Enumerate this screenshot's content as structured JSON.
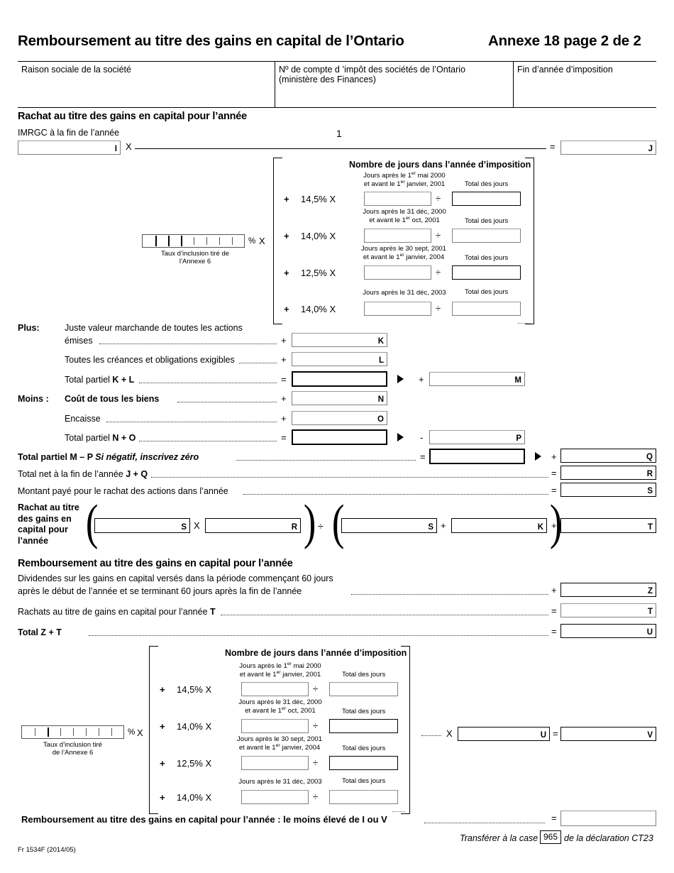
{
  "header": {
    "title": "Remboursement au titre des gains en capital de l’Ontario",
    "schedule": "Annexe 18 page 2 de 2"
  },
  "id_table": {
    "col1": "Raison sociale de la société",
    "col2_line1": "Nº de compte d ’impôt des sociétés de l’Ontario",
    "col2_line2": "(ministère des Finances)",
    "col3": "Fin d’année d’imposition"
  },
  "section1": {
    "heading": "Rachat au titre des gains en capital pour l’année",
    "imrgc_label": "IMRGC à la fin de l’année",
    "box_i": "I",
    "mult_x": "X",
    "numerator": "1",
    "equals": "=",
    "box_j": "J",
    "comb_percent": "%",
    "comb_x": "X",
    "comb_caption_line1": "Taux d’inclusion tiré de",
    "comb_caption_line2": "l’Annexe 6"
  },
  "days_table_top": {
    "heading": "Nombre de jours dans l’année d’imposition",
    "total_label": "Total des jours",
    "rows": [
      {
        "plus": "+",
        "rate": "14,5% X",
        "desc_line1": "Jours après le 1er mai 2000",
        "desc_line2": "et avant le 1er janvier, 2001",
        "divide": "÷"
      },
      {
        "plus": "+",
        "rate": "14,0% X",
        "desc_line1": "Jours après le 31 déc, 2000",
        "desc_line2": "et avant le 1er oct, 2001",
        "divide": "÷"
      },
      {
        "plus": "+",
        "rate": "12,5% X",
        "desc_line1": "Jours après le 30 sept, 2001",
        "desc_line2": "et avant le 1er janvier, 2004",
        "divide": "÷"
      },
      {
        "plus": "+",
        "rate": "14,0% X",
        "desc_line1": "Jours après le 31 déc, 2003",
        "desc_line2": "",
        "divide": "÷"
      }
    ]
  },
  "calc_rows": {
    "plus_label": "Plus:",
    "moins_label": "Moins :",
    "r_k_line1": "Juste valeur marchande de toutes les actions",
    "r_k_line2": "émises",
    "r_k_sign": "+",
    "r_k_box": "K",
    "r_l_text": "Toutes les créances et obligations exigibles",
    "r_l_sign": "+",
    "r_l_box": "L",
    "r_kl_text": "Total partiel K + L",
    "r_kl_sign": "=",
    "r_m_sign": "+",
    "r_m_box": "M",
    "r_n_text": "Coût de tous les biens",
    "r_n_sign": "+",
    "r_n_box": "N",
    "r_o_text": "Encaisse",
    "r_o_sign": "+",
    "r_o_box": "O",
    "r_no_text": "Total partiel N + O",
    "r_no_sign": "=",
    "r_p_sign": "-",
    "r_p_box": "P",
    "r_mp_text": "Total partiel M – P ",
    "r_mp_text_italic": "Si négatif, inscrivez zéro",
    "r_mp_sign": "=",
    "r_q_sign": "+",
    "r_q_box": "Q",
    "r_r_text": "Total net à la fin de l’année J + Q",
    "r_r_sign": "=",
    "r_r_box": "R",
    "r_s_text": "Montant payé pour le rachat des actions dans l’année",
    "r_s_sign": "=",
    "r_s_box": "S"
  },
  "rachat_formula": {
    "label_l1": "Rachat au titre",
    "label_l2": "des gains en",
    "label_l3": "capital pour",
    "label_l4": "l’année",
    "box_s1": "S",
    "times": "X",
    "box_r": "R",
    "divide": "÷",
    "box_s2": "S",
    "plus": "+",
    "box_k": "K",
    "plus2": "+",
    "box_t": "T"
  },
  "section2": {
    "heading": "Remboursement au titre des gains en capital pour l’année",
    "z_line1": "Dividendes sur les gains en capital versés dans la période commençant 60 jours",
    "z_line2": "après le début de l’année et se terminant 60 jours après la fin de l’année",
    "z_sign": "+",
    "z_box": "Z",
    "t_text": "Rachats au titre de gains en capital pour l’année T",
    "t_sign": "=",
    "t_box": "T",
    "u_text": "Total Z + T",
    "u_sign": "=",
    "u_box": "U"
  },
  "days_table_bottom": {
    "heading": "Nombre de jours dans l’année d’imposition",
    "total_label": "Total des jours",
    "comb_percent": "%",
    "comb_x": "X",
    "comb_caption_line1": "Taux d’inclusion tiré",
    "comb_caption_line2": "de l’Annexe 6",
    "rows": [
      {
        "plus": "+",
        "rate": "14,5% X",
        "desc_line1": "Jours après le 1er mai 2000",
        "desc_line2": "et avant le 1er janvier, 2001",
        "divide": "÷"
      },
      {
        "plus": "+",
        "rate": "14,0% X",
        "desc_line1": "Jours après le 31 déc, 2000",
        "desc_line2": "et avant le 1er oct, 2001",
        "divide": "÷"
      },
      {
        "plus": "+",
        "rate": "12,5% X",
        "desc_line1": "Jours après le 30 sept, 2001",
        "desc_line2": "et avant le 1er janvier, 2004",
        "divide": "÷"
      },
      {
        "plus": "+",
        "rate": "14,0% X",
        "desc_line1": "Jours après le 31 déc, 2003",
        "desc_line2": "",
        "divide": "÷"
      }
    ],
    "times": "X",
    "u_box": "U",
    "equals": "=",
    "v_box": "V"
  },
  "footer": {
    "final_text": "Remboursement au titre des gains en capital pour l’année : le moins élevé de I ou V",
    "final_sign": "=",
    "transfer_pre": "Transférer à la case",
    "transfer_box": "965",
    "transfer_post": "de la déclaration CT23",
    "form_code": "Fr 1534F (2014/05)"
  }
}
